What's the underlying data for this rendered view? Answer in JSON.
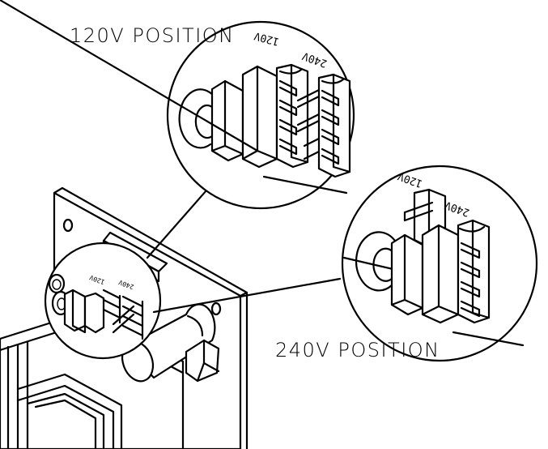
{
  "labels": {
    "position_120v": "120V POSITION",
    "position_240v": "240V POSITION"
  },
  "switch_markings": {
    "v120": "120V",
    "v240": "240V"
  },
  "colors": {
    "line": "#000000",
    "background": "#ffffff"
  }
}
